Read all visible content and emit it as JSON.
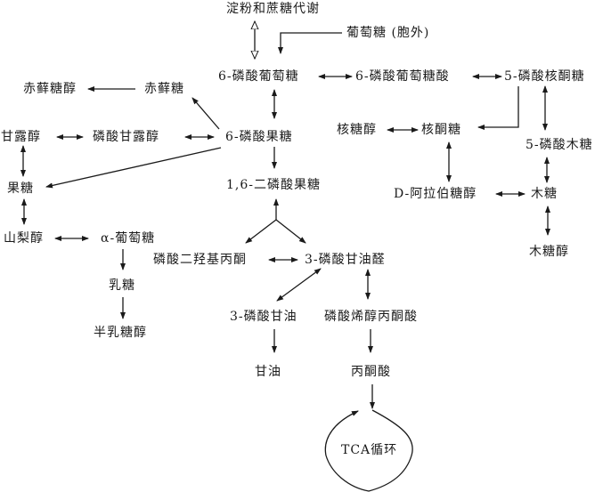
{
  "nodes": {
    "starch_sucrose": "淀粉和蔗糖代谢",
    "glucose_extracellular": "葡萄糖 (胞外)",
    "g6p": "6-磷酸葡萄糖",
    "gluconate6p": "6-磷酸葡萄糖酸",
    "ribulose5p": "5-磷酸核酮糖",
    "erythritol": "赤藓糖醇",
    "erythrose": "赤藓糖",
    "mannitol": "甘露醇",
    "mannitol_p": "磷酸甘露醇",
    "f6p": "6-磷酸果糖",
    "ribitol": "核糖醇",
    "ribulose": "核酮糖",
    "xylulose5p": "5-磷酸木糖",
    "fructose": "果糖",
    "fbp": "1,6-二磷酸果糖",
    "arabitol": "D-阿拉伯糖醇",
    "xylose": "木糖",
    "sorbitol": "山梨醇",
    "alpha_glucose": "α-葡萄糖",
    "xylitol": "木糖醇",
    "dhap": "磷酸二羟基丙酮",
    "g3p": "3-磷酸甘油醛",
    "lactose": "乳糖",
    "glycerol3p": "3-磷酸甘油",
    "pep": "磷酸烯醇丙酮酸",
    "galactitol": "半乳糖醇",
    "glycerol": "甘油",
    "pyruvate": "丙酮酸",
    "tca": "TCA循环"
  },
  "colors": {
    "line": "#1a1a1a",
    "text": "#1a1a1a",
    "background": "#ffffff"
  }
}
